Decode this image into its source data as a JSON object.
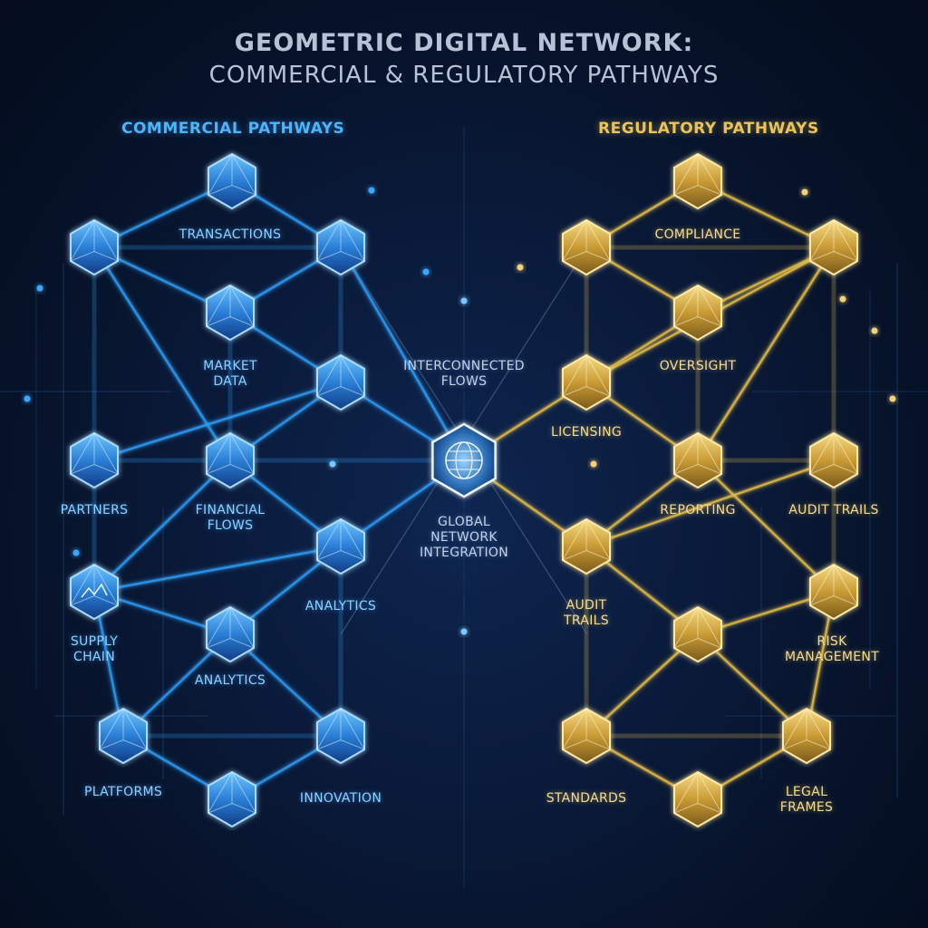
{
  "title": {
    "line1": "GEOMETRIC DIGITAL NETWORK:",
    "line2": "COMMERCIAL & REGULATORY PATHWAYS"
  },
  "sections": {
    "commercial": "COMMERCIAL PATHWAYS",
    "regulatory": "REGULATORY PATHWAYS"
  },
  "colors": {
    "commercial": "#2f9cf5",
    "regulatory": "#e3bd4c",
    "background": "#07132b"
  },
  "labels": {
    "transactions": "TRANSACTIONS",
    "market_data": "MARKET\nDATA",
    "partners": "PARTNERS",
    "financial_flows": "FINANCIAL\nFLOWS",
    "supply_chain": "SUPPLY\nCHAIN",
    "analytics_1": "ANALYTICS",
    "analytics_2": "ANALYTICS",
    "platforms": "PLATFORMS",
    "innovation": "INNOVATION",
    "interconnected_flows": "INTERCONNECTED\nFLOWS",
    "global_network_integration": "GLOBAL\nNETWORK\nINTEGRATION",
    "compliance": "COMPLIANCE",
    "oversight": "OVERSIGHT",
    "licensing": "LICENSING",
    "reporting": "REPORTING",
    "audit_trails_1": "AUDIT TRAILS",
    "audit_trails_2": "AUDIT\nTRAILS",
    "risk_management": "RISK\nMANAGEMENT",
    "standards": "STANDARDS",
    "legal_frames": "LEGAL\nFRAMES"
  },
  "icons": {
    "hub": "globe-icon",
    "node": "polyhedron-icon",
    "supply_chain_node": "chart-icon"
  }
}
